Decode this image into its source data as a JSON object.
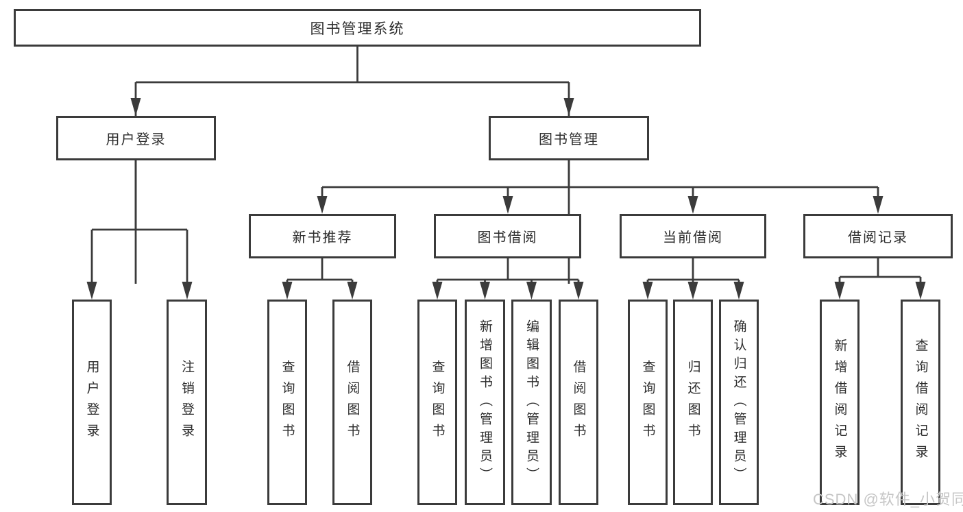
{
  "diagram": {
    "title": "图书管理系统",
    "root": {
      "label": "图书管理系统",
      "children": [
        {
          "label": "用户登录",
          "children": [
            {
              "label": "用户登录"
            },
            {
              "label": "注销登录"
            }
          ]
        },
        {
          "label": "图书管理",
          "children": [
            {
              "label": "新书推荐",
              "children": [
                {
                  "label": "查询图书"
                },
                {
                  "label": "借阅图书"
                }
              ]
            },
            {
              "label": "图书借阅",
              "children": [
                {
                  "label": "查询图书"
                },
                {
                  "label": "新增图书（管理员）"
                },
                {
                  "label": "编辑图书（管理员）"
                },
                {
                  "label": "借阅图书"
                }
              ]
            },
            {
              "label": "当前借阅",
              "children": [
                {
                  "label": "查询图书"
                },
                {
                  "label": "归还图书"
                },
                {
                  "label": "确认归还（管理员）"
                }
              ]
            },
            {
              "label": "借阅记录",
              "children": [
                {
                  "label": "新增借阅记录"
                },
                {
                  "label": "查询借阅记录"
                }
              ]
            }
          ]
        }
      ]
    }
  },
  "watermark": {
    "text": "CSDN @软件_小贺同学"
  },
  "colors": {
    "line": "#3b3b3b",
    "text": "#2d2d2d",
    "background": "#ffffff",
    "watermark": "#c6c6c6"
  }
}
